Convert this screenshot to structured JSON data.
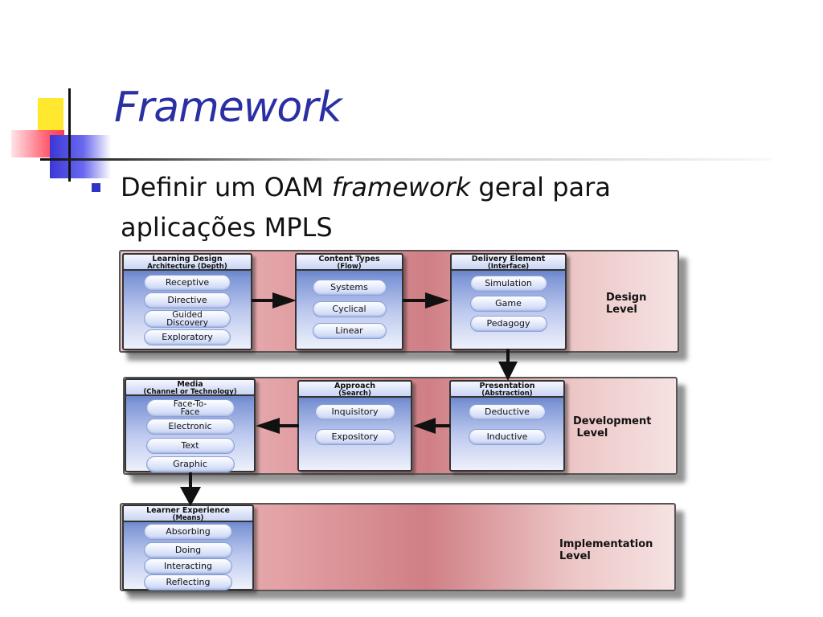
{
  "slide": {
    "title": "Framework",
    "bullet": {
      "before": "Definir um OAM ",
      "emph": "framework",
      "after": " geral para aplicações MPLS"
    },
    "colors": {
      "title": "#2a2fa3",
      "bullet": "#2f34c6"
    }
  },
  "diagram": {
    "levels": [
      {
        "label": "Design\nLevel",
        "columns": [
          {
            "header": "Learning Design",
            "subheader": "Architecture (Depth)",
            "items": [
              "Receptive",
              "Directive",
              "Guided\nDiscovery",
              "Exploratory"
            ]
          },
          {
            "header": "Content Types",
            "subheader": "(Flow)",
            "items": [
              "Systems",
              "Cyclical",
              "Linear"
            ]
          },
          {
            "header": "Delivery Element",
            "subheader": "(Interface)",
            "items": [
              "Simulation",
              "Game",
              "Pedagogy"
            ]
          }
        ]
      },
      {
        "label": "Development\n Level",
        "columns": [
          {
            "header": "Media",
            "subheader": "(Channel or Technology)",
            "items": [
              "Face-To-\nFace",
              "Electronic",
              "Text",
              "Graphic"
            ]
          },
          {
            "header": "Approach",
            "subheader": "(Search)",
            "items": [
              "Inquisitory",
              "Expository"
            ]
          },
          {
            "header": "Presentation",
            "subheader": "(Abstraction)",
            "items": [
              "Deductive",
              "Inductive"
            ]
          }
        ]
      },
      {
        "label": "Implementation\nLevel",
        "columns": [
          {
            "header": "Learner Experience",
            "subheader": "(Means)",
            "items": [
              "Absorbing",
              "Doing",
              "Interacting",
              "Reflecting"
            ]
          }
        ]
      }
    ]
  }
}
